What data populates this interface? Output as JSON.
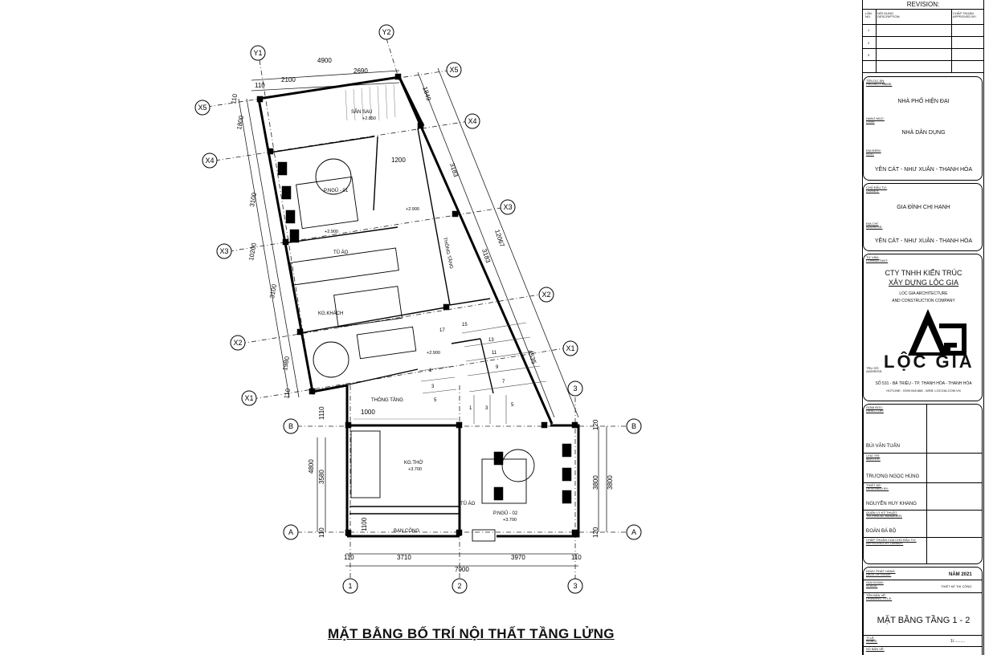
{
  "drawing": {
    "caption": "MẶT BẰNG BỐ TRÍ NỘI THẤT TẦNG LỬNG",
    "grid_labels": {
      "y1": "Y1",
      "y2": "Y2",
      "x1": "X1",
      "x2": "X2",
      "x3": "X3",
      "x4": "X4",
      "x5": "X5",
      "b": "B",
      "a": "A",
      "g1": "1",
      "g2": "2",
      "g3": "3"
    },
    "rooms": {
      "san_sau": "SÂN SAU",
      "pngu01": "P.NGỦ - 01",
      "tu_ao": "TỦ ÁO",
      "thong_tang": "THÔNG TẦNG",
      "kg_khach": "KG.KHÁCH",
      "thong_tang2": "THÔNG TẦNG",
      "kg_tho": "KG.THỜ",
      "tu_ao2": "TỦ ÁO",
      "pngu02": "P.NGỦ - 02",
      "ban_cong": "BAN CÔNG"
    },
    "levels": {
      "l1": "+2.850",
      "l2": "+2.900",
      "l3": "+2.900",
      "l4": "+2.900",
      "l5": "+3.700",
      "l6": "+3.700"
    },
    "dims": {
      "d4900": "4900",
      "d2100": "2100",
      "d2690": "2690",
      "d110a": "110",
      "d1800": "1800",
      "d3100a": "3100",
      "d10200": "10200",
      "d3100b": "3100",
      "d1980": "1980",
      "d110b": "110",
      "d110c": "110",
      "d1110": "1110",
      "d4800": "4800",
      "d3580": "3580",
      "d1100": "1100",
      "d110d": "110",
      "d1000": "1000",
      "d1200": "1200",
      "d3183a": "3183",
      "d12067": "12067",
      "d3183b": "3183",
      "d1849": "1849",
      "d4535": "4535",
      "d3800a": "3800",
      "d3800b": "3800",
      "d120a": "120",
      "d120b": "120",
      "d110e": "110",
      "d3710": "3710",
      "d3970": "3970",
      "d110f": "110",
      "d7900": "7900"
    },
    "stairs": [
      "17",
      "15",
      "13",
      "11",
      "9",
      "7",
      "1",
      "3",
      "5",
      "5",
      "3",
      "1"
    ]
  },
  "title_block": {
    "revision": "REVISION:",
    "rev_header": {
      "no": "LẦN\nNO.",
      "desc": "NỘI DUNG\nDESCRIPTION:",
      "appr": "CHẤP THUẬN\nAPPROVED BY:"
    },
    "rev_rows": [
      "1",
      "2",
      "3"
    ],
    "project_label": "TÊN DỰ ÁN:\nPROJECT NAME:",
    "project": "NHÀ PHỐ HIỆN ĐẠI",
    "item_label": "HẠNG MỤC:\nITEM:",
    "item": "NHÀ DÂN DỤNG",
    "site_label": "ĐỊA ĐIỂM:\nSITE:",
    "site": "YÊN CÁT - NHƯ XUÂN - THANH HÓA",
    "owner_label": "CHỦ ĐẦU TƯ:\nOWNER:",
    "owner": "GIA ĐÌNH  CHỊ HẠNH",
    "address_label": "ĐỊA CHỈ:\nADDRESS:",
    "address": "YÊN CÁT - NHƯ XUÂN - THANH HÓA",
    "consultant_label": "TƯ VẤN:\nCONSULTANT:",
    "company_vn1": "CTY TNHH KIẾN TRÚC",
    "company_vn2": "XÂY DỰNG LỘC GIA",
    "company_en1": "LOC GIA ARCHITECTURE",
    "company_en2": "AND CONSTRUCTION COMPANY",
    "brand": "LỘC GIA",
    "office_label": "TRỤ SỞ:\nADDRESS:",
    "office": "SỐ 531 - BÀ TRIỆU - TP. THANH HÓA - THANH HÓA",
    "hotline": "HOTLINE : 0399.948.868 - WEB: LOCGIA.COM.VN",
    "director_label": "GIÁM ĐỐC:\nDIRECTOR:",
    "director": "BÙI VĂN TUẤN",
    "master_label": "CHỦ TRÌ:\nMASTER:",
    "master": "TRƯƠNG NGỌC HÙNG",
    "designer_label": "THIẾT KẾ:\nDESIGNED BY:",
    "designer": "NGUYỄN HUY KHANG",
    "tech_label": "QUẢN LÝ KỸ THUẬT:\nTECHNICAL MANAGER:",
    "tech": "ĐOÀN BÁ BỘ",
    "approve_label": "CHẤP THUẬN CỦA CHỦ ĐẦU TƯ:\nAPPROVED BY OWNER:",
    "issue_label": "NGÀY PHÁT HÀNH:\nDATE OF ISSUE:",
    "issue": "NĂM 2021",
    "stage_label": "GIAI ĐOẠN:\nSTAGE:",
    "stage": "THIẾT KẾ THI CÔNG",
    "dtitle_label": "TÊN BẢN VẼ:\nDRAWING TITLE:",
    "dtitle": "MẶT BẰNG TẦNG 1 - 2",
    "scale_label": "TỈ LỆ:\nSCALE:",
    "scale": "1/..........",
    "sheet_label": "SỐ BẢN VẼ:"
  }
}
